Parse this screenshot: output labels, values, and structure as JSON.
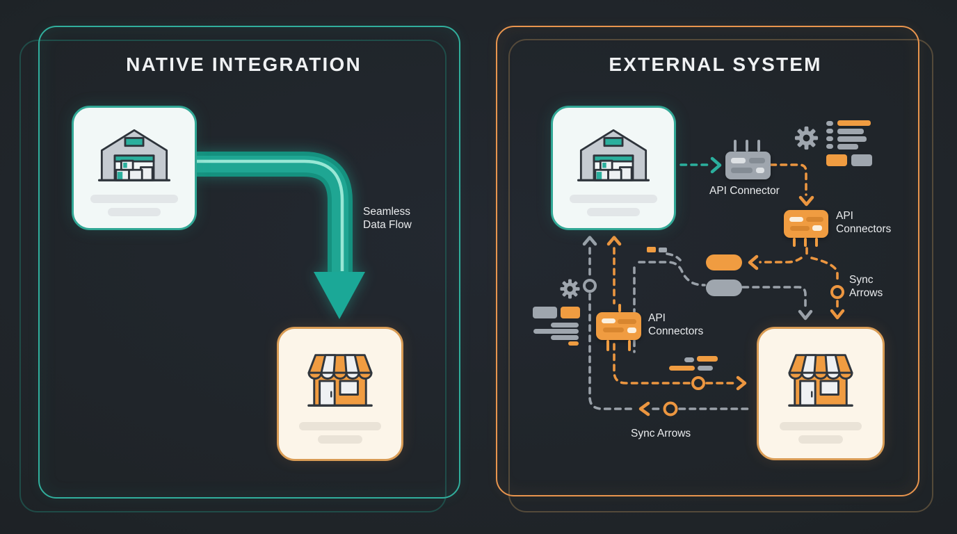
{
  "panels": {
    "native": {
      "title": "NATIVE INTEGRATION",
      "flow_label": "Seamless Data Flow"
    },
    "external": {
      "title": "EXTERNAL SYSTEM",
      "api_connector": "API Connector",
      "api_connectors_top": "API Connectors",
      "api_connectors_mid": "API Connectors",
      "sync_arrows_mid": "Sync Arrows",
      "sync_arrows_bottom": "Sync Arrows"
    }
  },
  "icons": {
    "warehouse": "warehouse-icon",
    "storefront": "storefront-icon",
    "gear": "gear-icon",
    "list": "list-settings-icon",
    "api_device": "api-connector-device-icon",
    "api_chip": "api-chip-icon",
    "sync_ring": "sync-ring-icon"
  },
  "colors": {
    "background": "#1F2428",
    "teal": "#2BAF9D",
    "orange": "#F09C41",
    "orange_border": "#E9954E",
    "gray": "#9FA6AE",
    "text": "#EAECEE",
    "card_mint": "#F2F8F7",
    "card_cream": "#FCF5E9"
  }
}
